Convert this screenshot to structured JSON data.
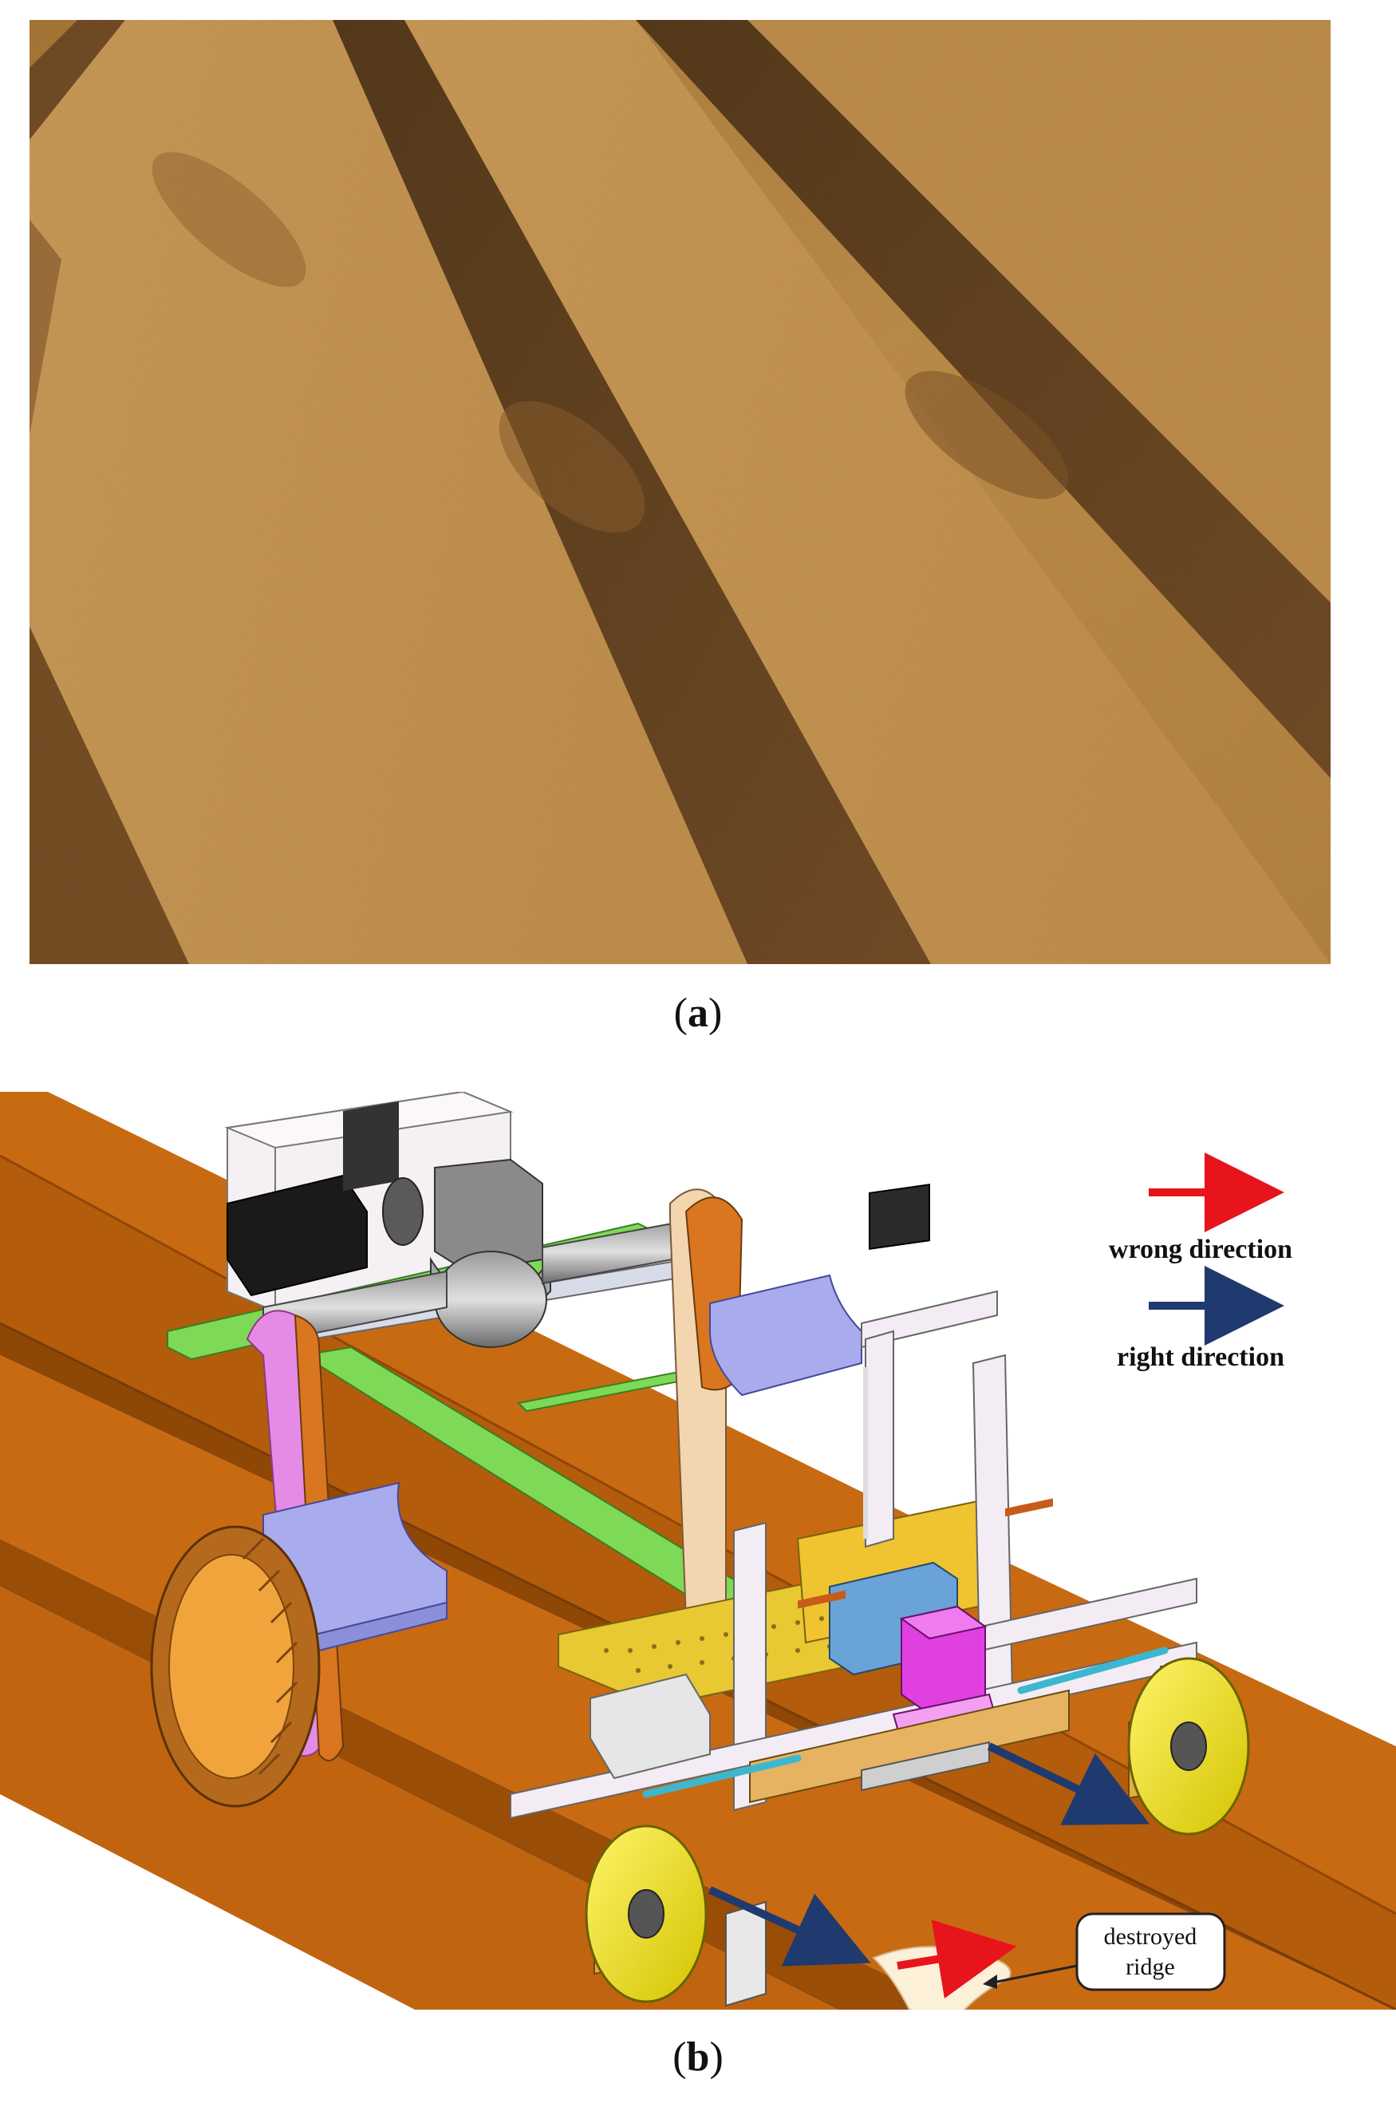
{
  "panels": {
    "a": {
      "caption_open": "(",
      "caption_letter": "a",
      "caption_close": ")"
    },
    "b": {
      "caption_open": "(",
      "caption_letter": "b",
      "caption_close": ")"
    }
  },
  "legend": {
    "wrong": {
      "label": "wrong direction",
      "color": "#e8141c"
    },
    "right": {
      "label": "right direction",
      "color": "#1f3a6e"
    }
  },
  "callout": {
    "line1": "destroyed",
    "line2": "ridge"
  },
  "colors": {
    "soil": "#c86a12",
    "soil_dark": "#a4530a",
    "frame_green": "#7ed957",
    "wheel_yellow": "#f2e600",
    "tire_orange": "#f2a43c",
    "plate_pink": "#e58be6",
    "seat_blue": "#a9acec",
    "box_magenta": "#e040e0"
  }
}
